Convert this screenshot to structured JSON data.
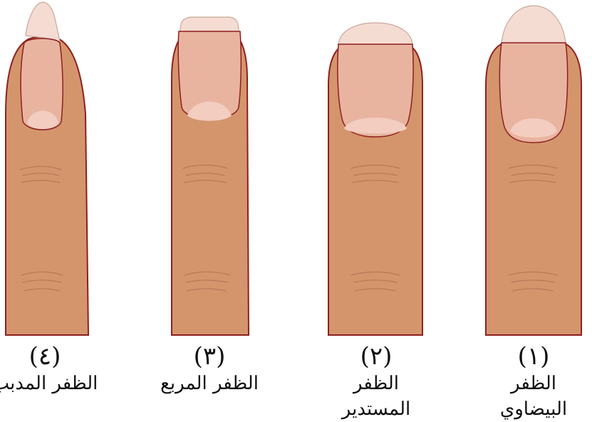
{
  "colors": {
    "skin": "#D4956C",
    "outline": "#8E1F1F",
    "nail_bed": "#E8B4A0",
    "nail_tip": "#F4DCD2",
    "lunula": "#F3CDBF",
    "crease": "#B47A58"
  },
  "nails": [
    {
      "id": "oval",
      "number": "(١)",
      "label": "الظفر البيضاوي"
    },
    {
      "id": "round",
      "number": "(٢)",
      "label": "الظفر المستدير"
    },
    {
      "id": "square",
      "number": "(٣)",
      "label": "الظفر المربع"
    },
    {
      "id": "pointed",
      "number": "(٤)",
      "label": "الظفر المدبب"
    }
  ]
}
